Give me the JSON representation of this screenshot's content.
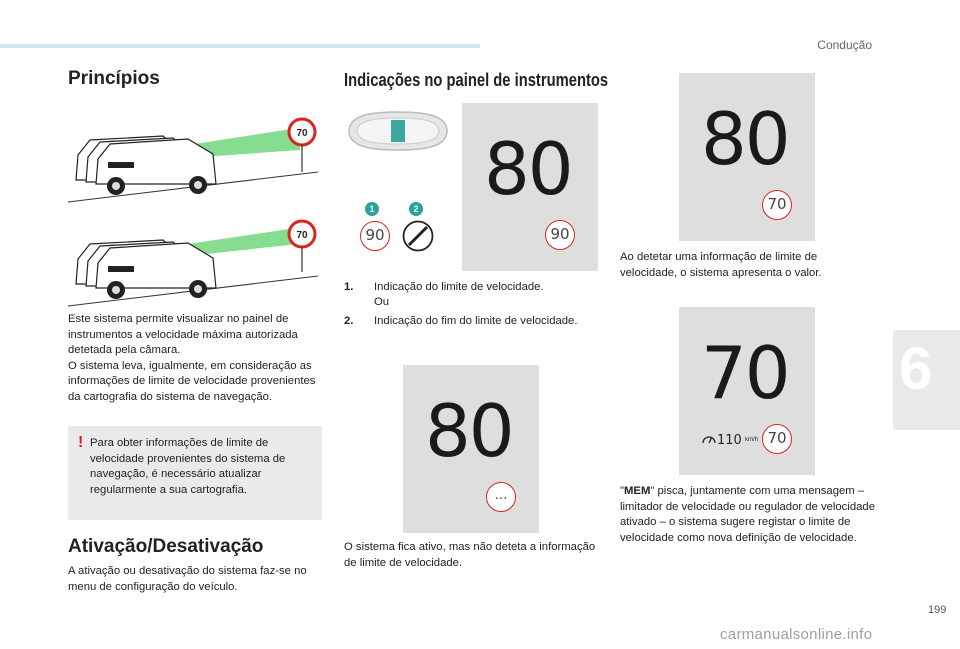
{
  "header": {
    "section": "Condução",
    "page_number": "199",
    "chapter_number": "6"
  },
  "left": {
    "title": "Princípios",
    "sign_value": "70",
    "paragraph": "Este sistema permite visualizar no painel de instrumentos a velocidade máxima autorizada detetada pela câmara.\nO sistema leva, igualmente, em consideração as informações de limite de velocidade provenientes da cartografia do sistema de navegação.",
    "warning": "Para obter informações de limite de velocidade provenientes do sistema de navegação, é necessário atualizar regularmente a sua cartografia.",
    "activation_title": "Ativação/Desativação",
    "activation_text": "A ativação ou desativação do sistema faz-se no menu de configuração do veículo."
  },
  "middle": {
    "title": "Indicações no painel de instrumentos",
    "callout_1": "1",
    "callout_2": "2",
    "sign_90": "90",
    "panel1_speed": "80",
    "panel1_limit": "90",
    "item1_num": "1.",
    "item1_text": "Indicação do limite de velocidade.",
    "item1_or": "Ou",
    "item2_num": "2.",
    "item2_text": "Indicação do fim do limite de velocidade.",
    "panel2_speed": "80",
    "panel2_limit": "…",
    "caption": "O sistema fica ativo, mas não deteta a informação de limite de velocidade."
  },
  "right": {
    "panel1_speed": "80",
    "panel1_limit": "70",
    "caption1": "Ao detetar uma informação de limite de velocidade, o sistema apresenta o valor.",
    "panel2_speed": "70",
    "panel2_cruise": "110",
    "panel2_unit": "km/h",
    "panel2_limit": "70",
    "caption2_quote_open": "\"",
    "caption2_mem": "MEM",
    "caption2_rest": "\" pisca, juntamente com uma mensagem – limitador de velocidade ou regulador de velocidade ativado – o sistema sugere registar o limite de velocidade como nova definição de velocidade."
  },
  "footer": {
    "watermark": "carmanualsonline.info"
  },
  "colors": {
    "accent_red": "#d9261c",
    "teal": "#2aa39a",
    "panel_grey": "#dedede",
    "box_grey": "#e9eaeb"
  }
}
